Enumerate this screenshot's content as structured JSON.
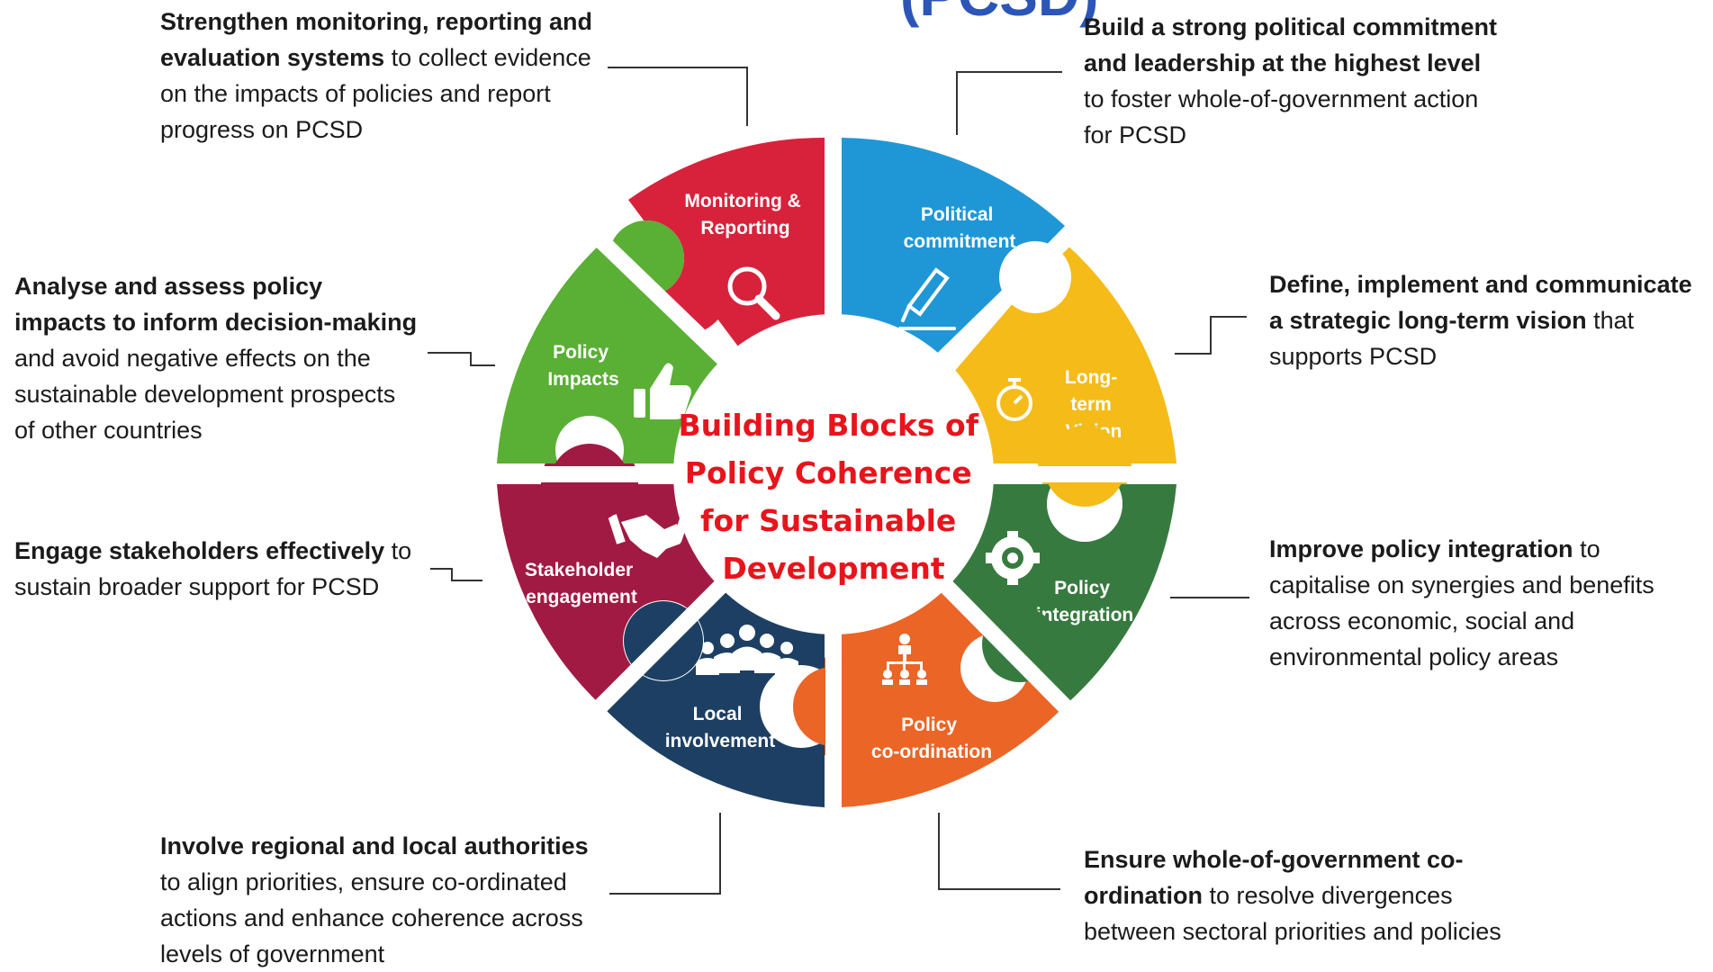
{
  "title_fragment": "(PCSD)",
  "center": {
    "lines": [
      "Building Blocks of",
      "Policy Coherence",
      "for Sustainable",
      "Development"
    ],
    "color": "#e8141c"
  },
  "segments": [
    {
      "id": "monitoring",
      "label_lines": [
        "Monitoring &",
        "Reporting"
      ],
      "color": "#d8223c",
      "icon": "magnifier-icon"
    },
    {
      "id": "political",
      "label_lines": [
        "Political",
        "commitment"
      ],
      "color": "#1f97d6",
      "icon": "pen-icon"
    },
    {
      "id": "vision",
      "label_lines": [
        "Long-",
        "term",
        "Vision"
      ],
      "color": "#f5bb19",
      "icon": "stopwatch-icon"
    },
    {
      "id": "integration",
      "label_lines": [
        "Policy",
        "integration"
      ],
      "color": "#377a3f",
      "icon": "gear-icon"
    },
    {
      "id": "coordination",
      "label_lines": [
        "Policy",
        "co-ordination"
      ],
      "color": "#ea6526",
      "icon": "org-chart-icon"
    },
    {
      "id": "local",
      "label_lines": [
        "Local",
        "involvement"
      ],
      "color": "#1d3f63",
      "icon": "people-icon"
    },
    {
      "id": "stakeholder",
      "label_lines": [
        "Stakeholder",
        "engagement"
      ],
      "color": "#a11a43",
      "icon": "handshake-icon"
    },
    {
      "id": "impacts",
      "label_lines": [
        "Policy",
        "Impacts"
      ],
      "color": "#5aaf35",
      "icon": "thumbs-up-icon"
    }
  ],
  "notes": {
    "monitoring": {
      "bold": "Strengthen monitoring, reporting and evaluation systems",
      "rest": " to collect evidence on the impacts of policies and report progress on PCSD"
    },
    "political": {
      "bold": "Build a strong political commitment and leadership  at the highest level",
      "rest": " to foster whole-of-government action for PCSD"
    },
    "vision": {
      "bold": "Define, implement and communicate a strategic long-term vision",
      "rest": " that supports PCSD"
    },
    "integration": {
      "bold": "Improve policy integration",
      "rest": " to capitalise on synergies and benefits across economic, social and environmental policy areas"
    },
    "coordination": {
      "bold": "Ensure whole-of-government co-ordination",
      "rest": " to resolve divergences between sectoral priorities and policies"
    },
    "local": {
      "bold": "Involve regional and local authorities",
      "rest": " to align priorities, ensure co-ordinated actions and enhance coherence across levels of government"
    },
    "stakeholder": {
      "bold": "Engage stakeholders effectively",
      "rest": " to sustain broader support for PCSD"
    },
    "impacts": {
      "bold": "Analyse and assess policy impacts to inform decision-making",
      "rest": " and avoid negative effects on the sustainable development prospects of other countries"
    }
  }
}
